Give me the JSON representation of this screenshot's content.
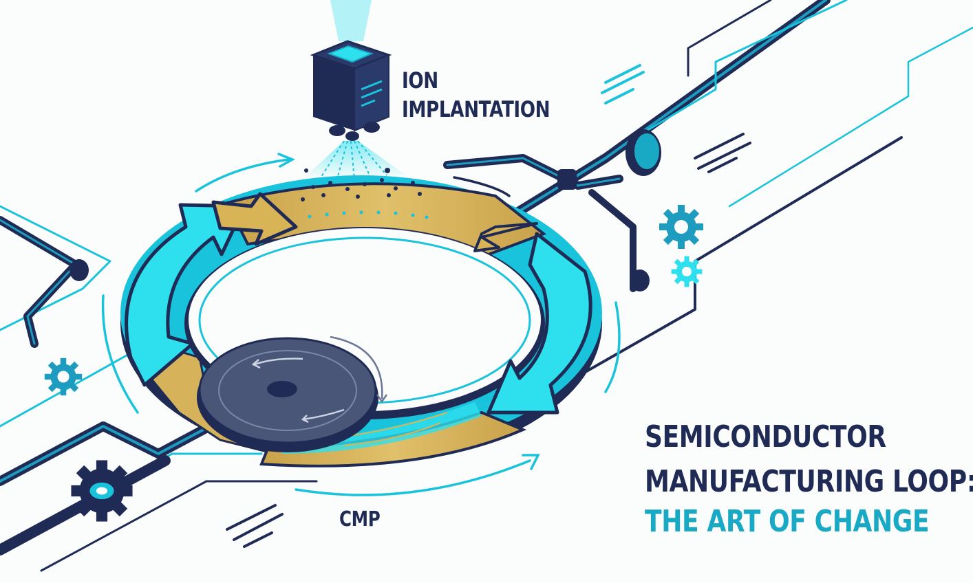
{
  "labels": {
    "ion_line1": "ION",
    "ion_line2": "IMPLANTATION",
    "cmp": "CMP"
  },
  "title": {
    "line1": "SEMICONDUCTOR",
    "line2": "MANUFACTURING LOOP:",
    "line3": "THE ART OF CHANGE"
  },
  "colors": {
    "navy": "#1f2b55",
    "cyan": "#19c3dc",
    "bright_cyan": "#2ee0ee",
    "gold": "#d8b457",
    "background": "#fbfcfc"
  },
  "icons": [
    "ion-implanter-icon",
    "gear-icon",
    "polishing-pad-icon",
    "arrow-icon"
  ]
}
